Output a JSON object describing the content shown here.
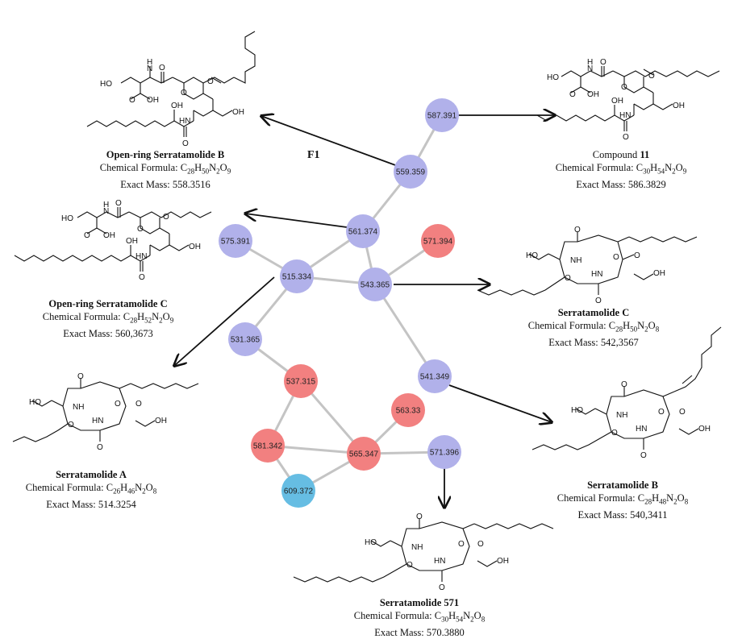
{
  "colors": {
    "node_default": "#b1b1ea",
    "node_red": "#f28080",
    "node_blue": "#66bde3",
    "edge": "#c4c4c4",
    "arrow": "#111111"
  },
  "network": {
    "nodes": [
      {
        "id": "587.391",
        "label": "587.391",
        "color_key": "node_default"
      },
      {
        "id": "559.359",
        "label": "559.359",
        "color_key": "node_default"
      },
      {
        "id": "561.374",
        "label": "561.374",
        "color_key": "node_default"
      },
      {
        "id": "575.391",
        "label": "575.391",
        "color_key": "node_default"
      },
      {
        "id": "571.394",
        "label": "571.394",
        "color_key": "node_red"
      },
      {
        "id": "515.334",
        "label": "515.334",
        "color_key": "node_default"
      },
      {
        "id": "543.365",
        "label": "543.365",
        "color_key": "node_default"
      },
      {
        "id": "531.365",
        "label": "531.365",
        "color_key": "node_default"
      },
      {
        "id": "537.315",
        "label": "537.315",
        "color_key": "node_red"
      },
      {
        "id": "541.349",
        "label": "541.349",
        "color_key": "node_default"
      },
      {
        "id": "563.33",
        "label": "563.33",
        "color_key": "node_red"
      },
      {
        "id": "581.342",
        "label": "581.342",
        "color_key": "node_red"
      },
      {
        "id": "565.347",
        "label": "565.347",
        "color_key": "node_red"
      },
      {
        "id": "571.396",
        "label": "571.396",
        "color_key": "node_default"
      },
      {
        "id": "609.372",
        "label": "609.372",
        "color_key": "node_blue"
      }
    ],
    "edges": [
      [
        "587.391",
        "559.359"
      ],
      [
        "559.359",
        "561.374"
      ],
      [
        "561.374",
        "515.334"
      ],
      [
        "561.374",
        "543.365"
      ],
      [
        "575.391",
        "515.334"
      ],
      [
        "571.394",
        "543.365"
      ],
      [
        "515.334",
        "543.365"
      ],
      [
        "515.334",
        "531.365"
      ],
      [
        "543.365",
        "541.349"
      ],
      [
        "531.365",
        "537.315"
      ],
      [
        "537.315",
        "581.342"
      ],
      [
        "537.315",
        "565.347"
      ],
      [
        "581.342",
        "565.347"
      ],
      [
        "581.342",
        "609.372"
      ],
      [
        "609.372",
        "565.347"
      ],
      [
        "565.347",
        "563.33"
      ],
      [
        "565.347",
        "571.396"
      ]
    ]
  },
  "labels": {
    "f1": "F1"
  },
  "compounds": [
    {
      "key": "orb",
      "title": "Open-ring Serratamolide B",
      "formula_prefix": "Chemical Formula: ",
      "formula": "C28H50N2O9",
      "mass": "Exact Mass: 558.3516"
    },
    {
      "key": "c11",
      "title": "Compound 11",
      "formula_prefix": "Chemical Formula: ",
      "formula": "C30H54N2O9",
      "mass": "Exact Mass: 586.3829"
    },
    {
      "key": "orc",
      "title": "Open-ring Serratamolide C",
      "formula_prefix": "Chemical Formula: ",
      "formula": "C28H52N2O9",
      "mass": "Exact Mass: 560,3673"
    },
    {
      "key": "sc",
      "title": "Serratamolide C",
      "formula_prefix": "Chemical Formula: ",
      "formula": "C28H50N2O8",
      "mass": "Exact Mass: 542,3567"
    },
    {
      "key": "sa",
      "title": "Serratamolide A",
      "formula_prefix": "Chemical Formula: ",
      "formula": "C26H46N2O8",
      "mass": "Exact Mass: 514.3254"
    },
    {
      "key": "sb",
      "title": "Serratamolide B",
      "formula_prefix": "Chemical Formula: ",
      "formula": "C28H48N2O8",
      "mass": "Exact Mass: 540,3411"
    },
    {
      "key": "s571",
      "title": "Serratamolide 571",
      "formula_prefix": "Chemical Formula: ",
      "formula": "C30H54N2O8",
      "mass": "Exact Mass: 570.3880"
    }
  ],
  "atom_labels": {
    "oh": "OH",
    "ho": "HO",
    "nh": "NH",
    "hn": "HN",
    "h": "H",
    "n": "N",
    "o": "O"
  }
}
